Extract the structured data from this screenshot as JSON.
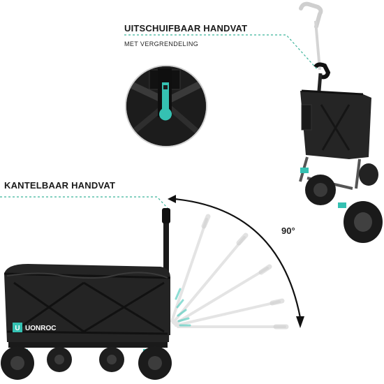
{
  "features": {
    "top": {
      "title": "UITSCHUIFBAAR HANDVAT",
      "subtitle": "MET VERGRENDELING"
    },
    "left": {
      "title": "KANTELBAAR HANDVAT"
    }
  },
  "angle_label": "90°",
  "brand": {
    "name": "UONROC",
    "logo_letter": "U"
  },
  "colors": {
    "accent": "#2bbfb0",
    "cart": "#232323",
    "dashed": "#3bb39a"
  }
}
